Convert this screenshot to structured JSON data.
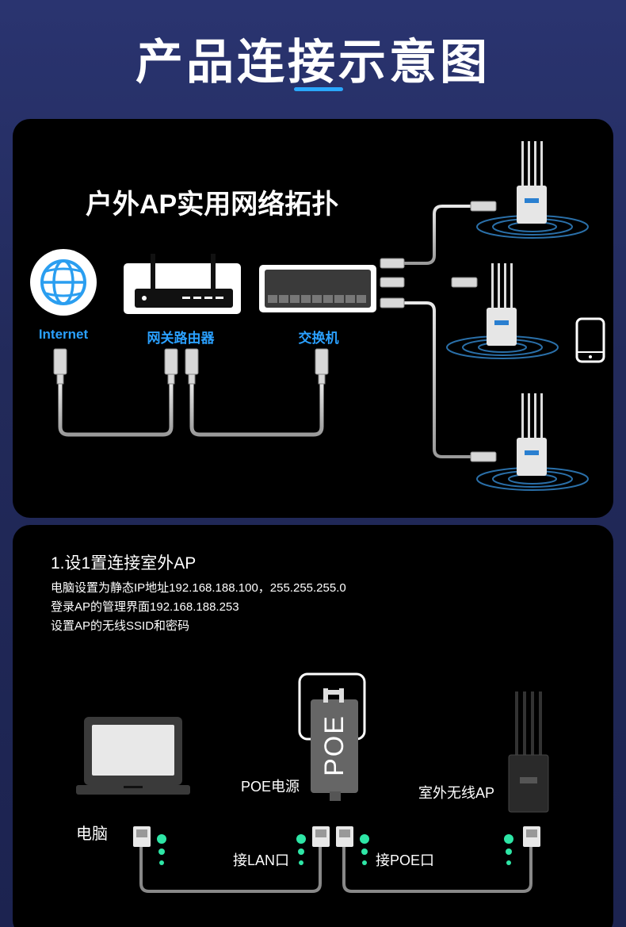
{
  "page": {
    "title": "产品连接示意图"
  },
  "topology": {
    "title": "户外AP实用网络拓扑",
    "devices": {
      "internet": "Internet",
      "router": "网关路由器",
      "switch": "交换机"
    }
  },
  "setup": {
    "step_title": "1.设1置连接室外AP",
    "lines": [
      "电脑设置为静态IP地址192.168.188.100，255.255.255.0",
      "登录AP的管理界面192.168.188.253",
      "设置AP的无线SSID和密码"
    ],
    "poe_text": "POE",
    "labels": {
      "computer": "电脑",
      "poe_power": "POE电源",
      "outdoor_ap": "室外无线AP",
      "lan_port": "接LAN口",
      "poe_port": "接POE口"
    }
  },
  "colors": {
    "accent": "#2aa0ff",
    "led": "#2ee6a6",
    "background": "#232b5e"
  }
}
